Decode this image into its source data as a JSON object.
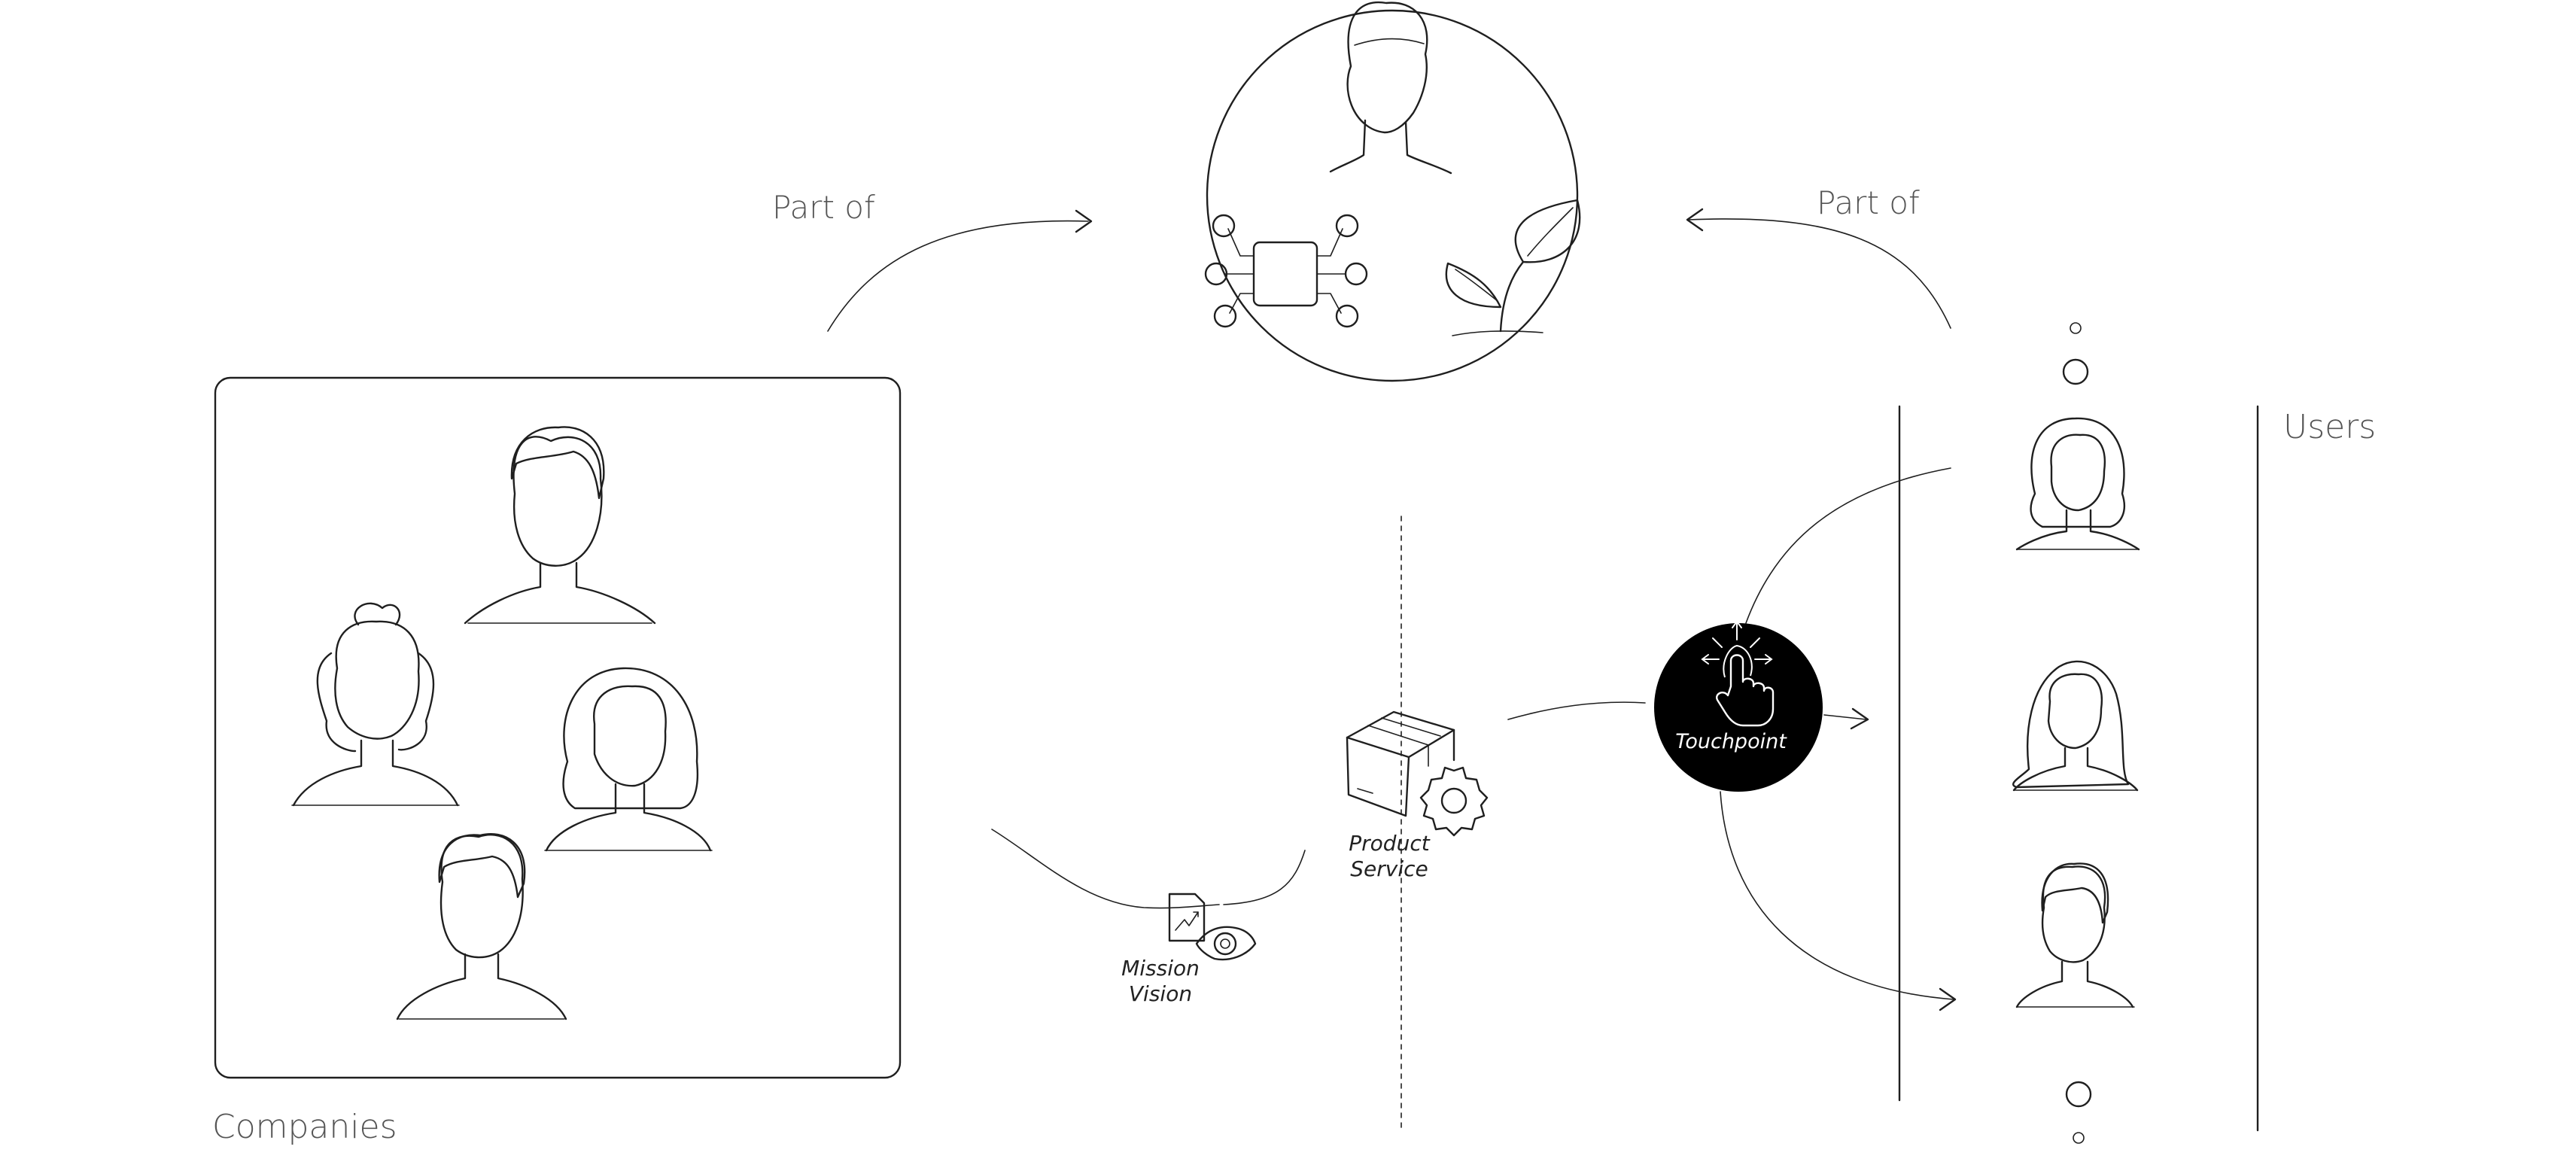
{
  "labels": {
    "part_of_left": "Part of",
    "part_of_right": "Part of",
    "companies": "Companies",
    "users": "Users",
    "touchpoint": "Touchpoint",
    "product": "Product",
    "service": "Service",
    "mission": "Mission",
    "vision": "Vision"
  },
  "colors": {
    "ink": "#1f1f1f",
    "label": "#555555",
    "touchpoint_fill": "#000000",
    "touchpoint_text": "#ffffff"
  }
}
